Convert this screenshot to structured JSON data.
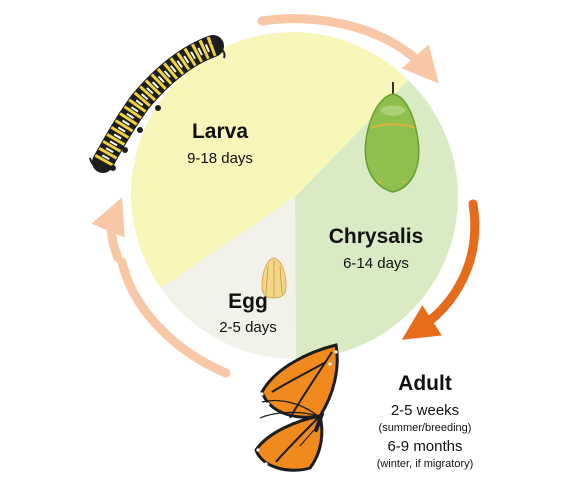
{
  "stages": {
    "larva": {
      "name": "Larva",
      "duration": "9-18 days"
    },
    "chrysalis": {
      "name": "Chrysalis",
      "duration": "6-14 days"
    },
    "egg": {
      "name": "Egg",
      "duration": "2-5 days"
    },
    "adult": {
      "name": "Adult",
      "summer_duration": "2-5 weeks",
      "summer_note": "(summer/breeding)",
      "winter_duration": "6-9 months",
      "winter_note": "(winter, if migratory)"
    }
  },
  "colors": {
    "larva_sector": "#f8f6b8",
    "chrysalis_sector": "#d9ebc4",
    "egg_sector": "#f2f1ea",
    "arrow_light": "#f7c7a6",
    "arrow_dark": "#e46c1a",
    "caterpillar_stripe_black": "#1d1d1d",
    "caterpillar_stripe_yellow": "#f1d23a",
    "chrysalis_green": "#8fbf4d",
    "butterfly_orange": "#f08a1c"
  },
  "icons": [
    "caterpillar-icon",
    "chrysalis-icon",
    "egg-icon",
    "butterfly-icon"
  ]
}
